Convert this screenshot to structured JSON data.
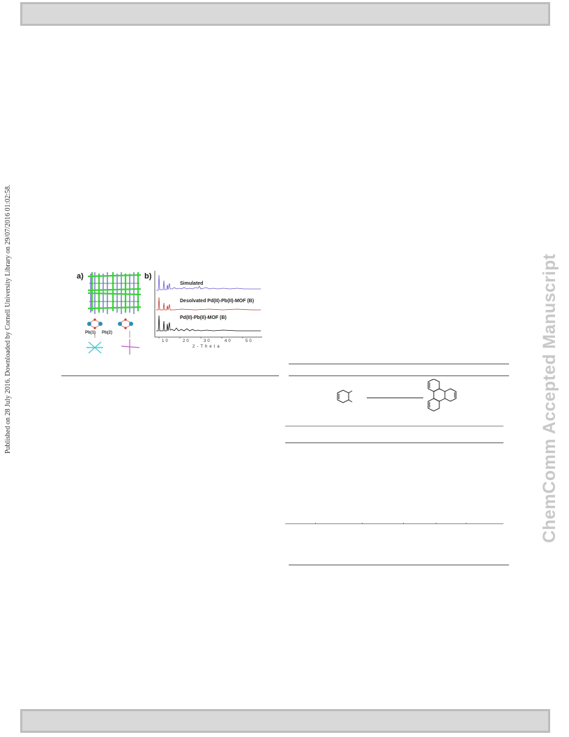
{
  "publication_note": "Published on 28 July 2016. Downloaded by Cornell University Library on 29/07/2016 01:02:58.",
  "watermark": "ChemComm Accepted Manuscript",
  "figure": {
    "panel_a_label": "a)",
    "panel_b_label": "b)",
    "pb1_label": "Pb(1)",
    "pb2_label": "Pb(2)",
    "xrd_traces": [
      {
        "label": "Simulated",
        "color": "#6a5acd"
      },
      {
        "label": "Desolvated Pd(II)-Pb(II)-MOF (B)",
        "color": "#c0392b"
      },
      {
        "label": "Pd(II)-Pb(II)-MOF (B)",
        "color": "#111111"
      }
    ],
    "x_tick_labels": [
      "10",
      "20",
      "30",
      "40",
      "50"
    ],
    "x_axis_title": "2-Theta"
  }
}
